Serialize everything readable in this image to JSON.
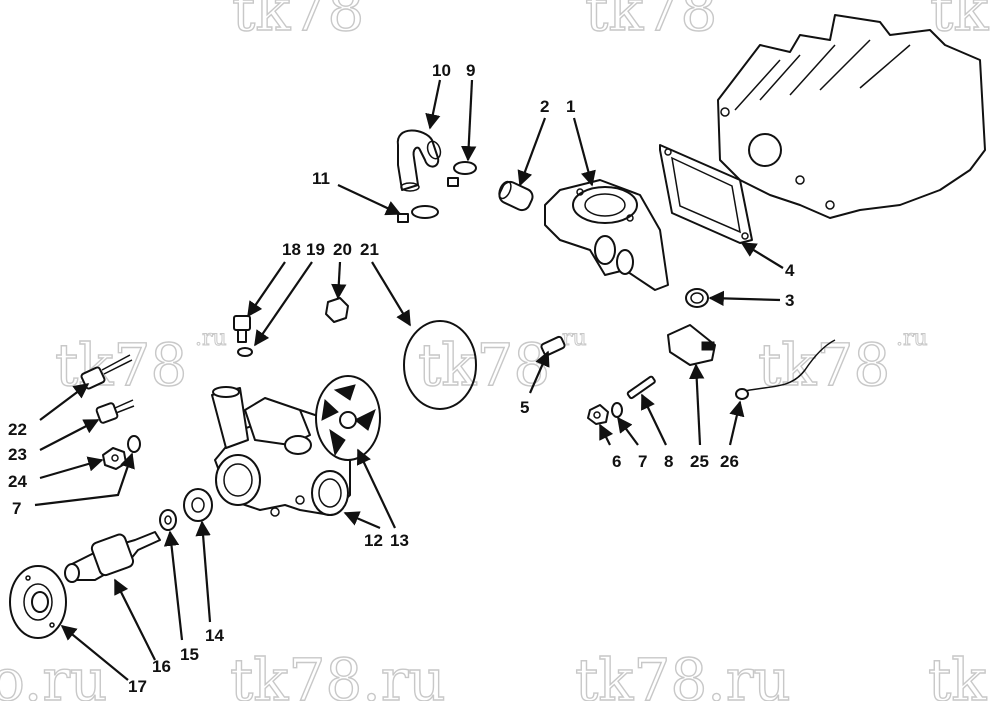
{
  "watermarks": [
    {
      "text": "tk78"
    },
    {
      "text": "tk78"
    },
    {
      "text": "tk"
    },
    {
      "text": "tk78",
      "sup": ".ru"
    },
    {
      "text": "tk78",
      "sup": ".ru"
    },
    {
      "text": "tk78",
      "sup": ".ru"
    },
    {
      "text": "o.ru"
    },
    {
      "text": "tk78.ru"
    },
    {
      "text": "tk78.ru"
    },
    {
      "text": "tk"
    }
  ],
  "callouts": [
    {
      "id": "1",
      "label": "1"
    },
    {
      "id": "2",
      "label": "2"
    },
    {
      "id": "3",
      "label": "3"
    },
    {
      "id": "4",
      "label": "4"
    },
    {
      "id": "5",
      "label": "5"
    },
    {
      "id": "6",
      "label": "6"
    },
    {
      "id": "7a",
      "label": "7"
    },
    {
      "id": "7b",
      "label": "7"
    },
    {
      "id": "8",
      "label": "8"
    },
    {
      "id": "9",
      "label": "9"
    },
    {
      "id": "10",
      "label": "10"
    },
    {
      "id": "11",
      "label": "11"
    },
    {
      "id": "12",
      "label": "12"
    },
    {
      "id": "13",
      "label": "13"
    },
    {
      "id": "14",
      "label": "14"
    },
    {
      "id": "15",
      "label": "15"
    },
    {
      "id": "16",
      "label": "16"
    },
    {
      "id": "17",
      "label": "17"
    },
    {
      "id": "18",
      "label": "18"
    },
    {
      "id": "19",
      "label": "19"
    },
    {
      "id": "20",
      "label": "20"
    },
    {
      "id": "21",
      "label": "21"
    },
    {
      "id": "22",
      "label": "22"
    },
    {
      "id": "23",
      "label": "23"
    },
    {
      "id": "24",
      "label": "24"
    },
    {
      "id": "25",
      "label": "25"
    },
    {
      "id": "26",
      "label": "26"
    }
  ]
}
